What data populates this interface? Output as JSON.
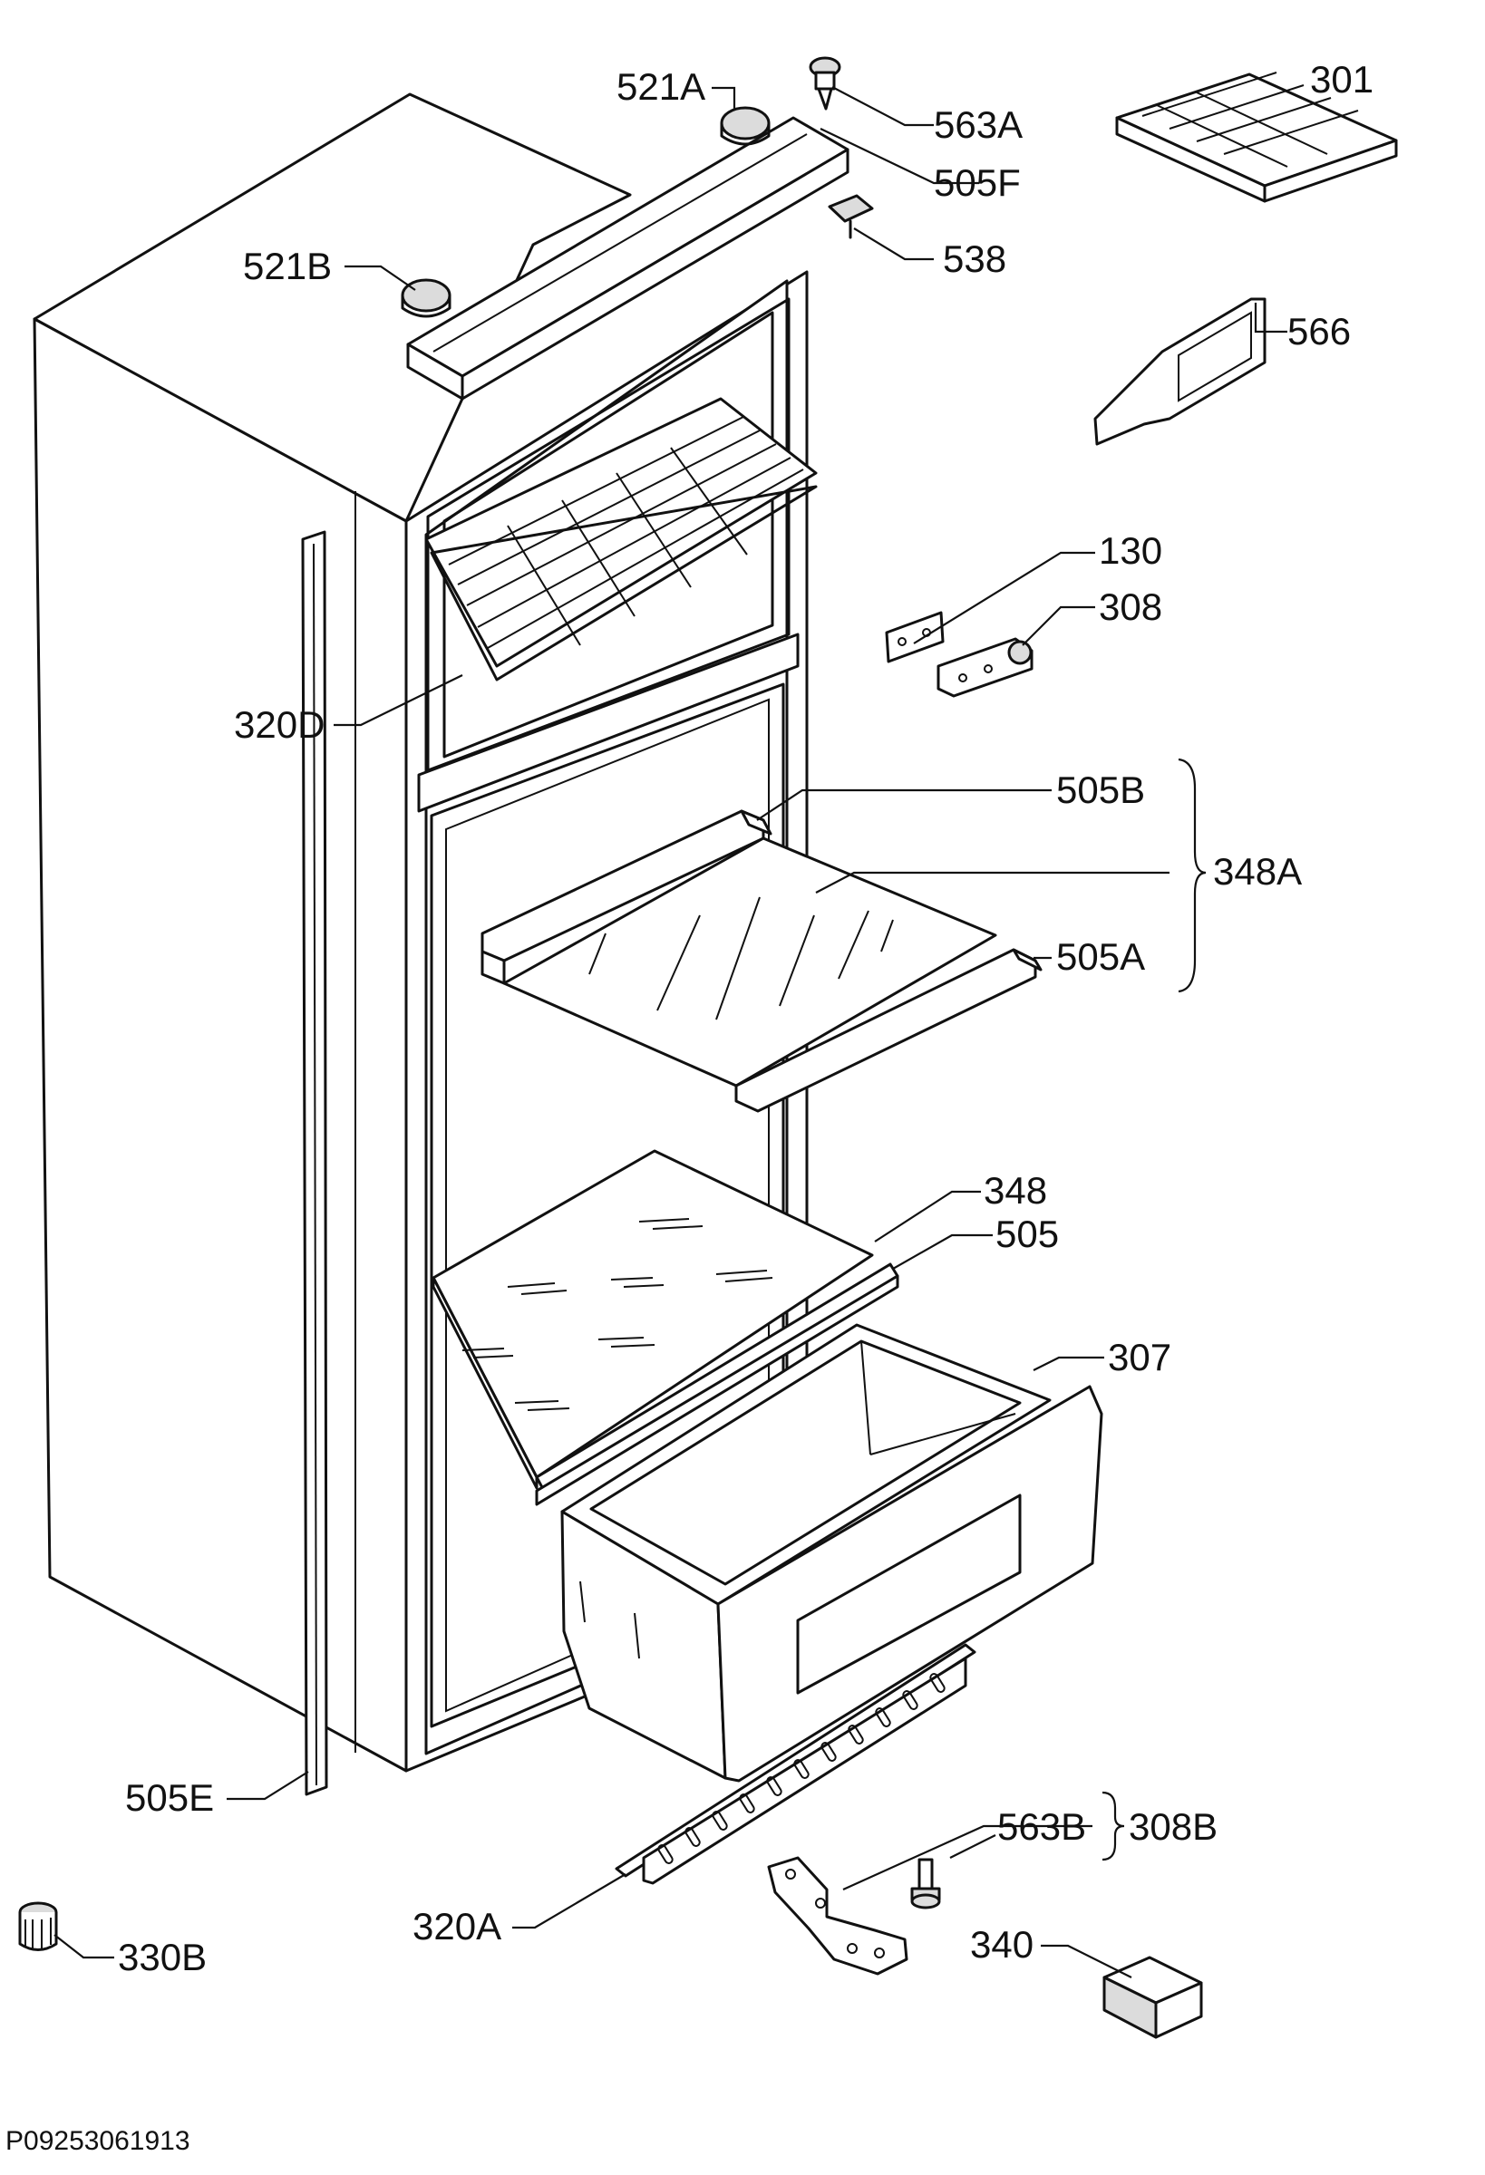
{
  "diagram_code": "P09253061913",
  "labels": {
    "p521a": "521A",
    "p563a": "563A",
    "p301": "301",
    "p505f": "505F",
    "p538": "538",
    "p521b": "521B",
    "p566": "566",
    "p130": "130",
    "p308": "308",
    "p320d": "320D",
    "p505b": "505B",
    "p348a": "348A",
    "p505a": "505A",
    "p348": "348",
    "p505": "505",
    "p307": "307",
    "p505e": "505E",
    "p563b": "563B",
    "p308b": "308B",
    "p320a": "320A",
    "p340": "340",
    "p330b": "330B"
  }
}
